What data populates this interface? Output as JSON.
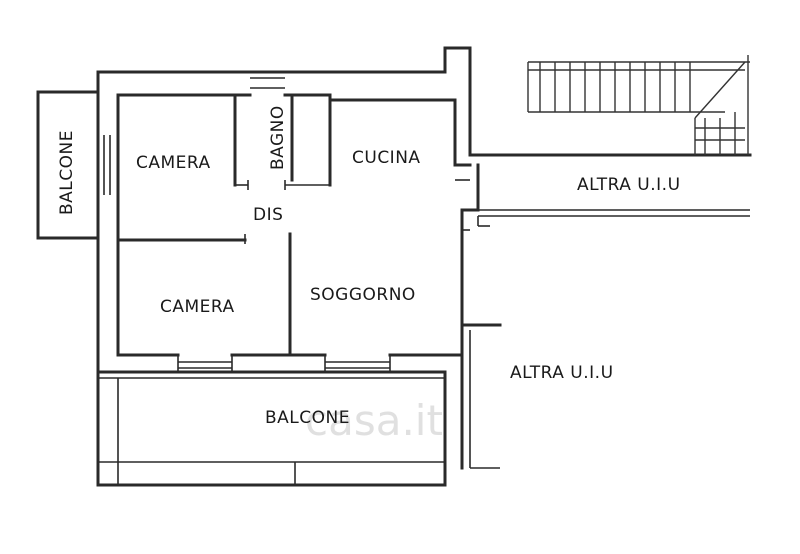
{
  "rooms": {
    "camera_top": "CAMERA",
    "bagno": "BAGNO",
    "cucina": "CUCINA",
    "dis": "DIS",
    "camera_bottom": "CAMERA",
    "soggiorno": "SOGGORNO",
    "balcone_left": "BALCONE",
    "balcone_bottom": "BALCONE",
    "altra_uiu_top": "ALTRA  U.I.U",
    "altra_uiu_right": "ALTRA  U.I.U"
  },
  "watermark": "casa.it"
}
